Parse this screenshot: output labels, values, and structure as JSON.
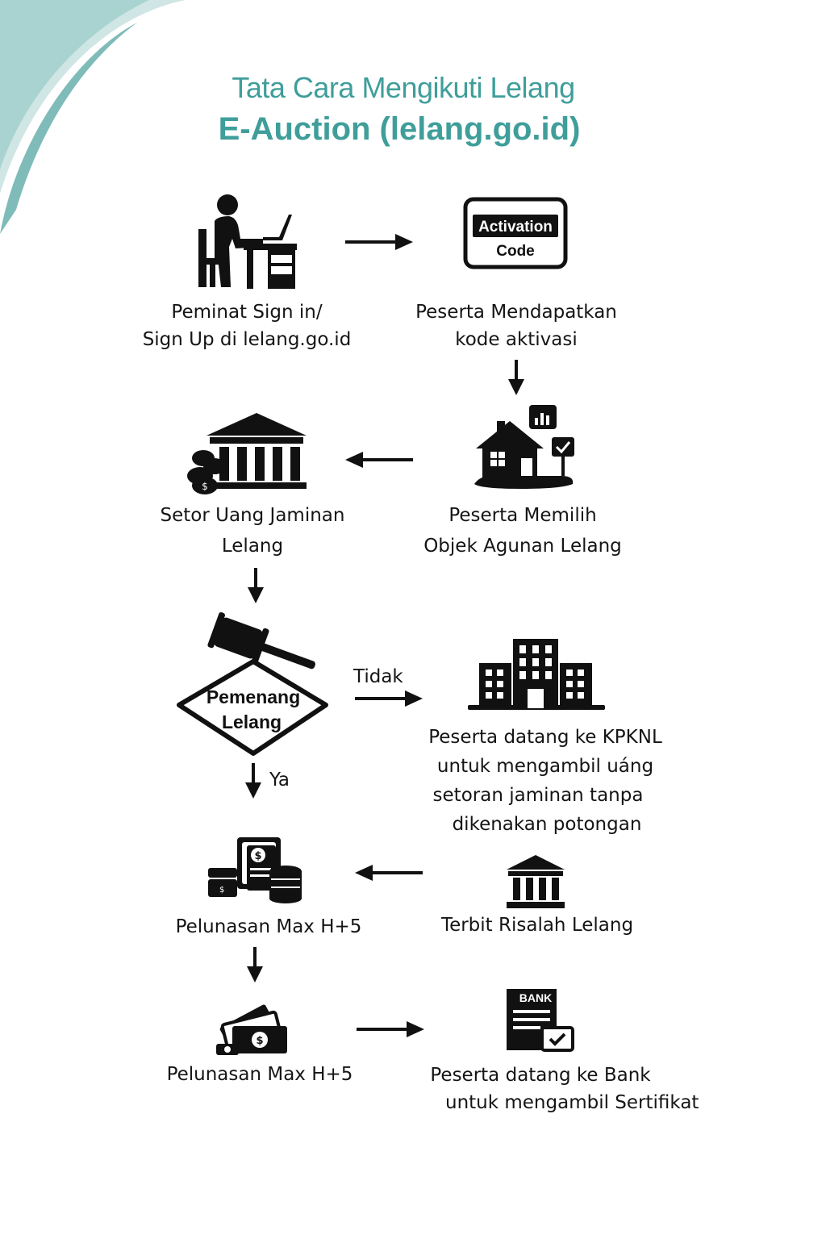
{
  "title": {
    "line1": "Tata Cara Mengikuti Lelang",
    "line2": "E-Auction (lelang.go.id)"
  },
  "steps": {
    "signup": {
      "line1": "Peminat Sign in/",
      "line2": "Sign Up di lelang.go.id",
      "icon": "person-at-desk-icon"
    },
    "activation": {
      "line1": "Peserta Mendapatkan",
      "line2": "kode aktivasi",
      "icon": "activation-code-icon",
      "badge_line1": "Activation",
      "badge_line2": "Code"
    },
    "choose_object": {
      "line1": "Peserta Memilih",
      "line2": "Objek Agunan Lelang",
      "icon": "house-collateral-icon"
    },
    "deposit": {
      "line1": "Setor Uang Jaminan",
      "line2": "Lelang",
      "icon": "bank-coins-icon"
    },
    "winner": {
      "line1": "Pemenang",
      "line2": "Lelang",
      "icon": "gavel-decision-icon"
    },
    "refund": {
      "line1": "Peserta datang ke KPKNL",
      "line2": "untuk mengambil uáng",
      "line3": "setoran jaminan tanpa",
      "line4": "dikenakan potongan",
      "icon": "office-building-icon"
    },
    "payment1": {
      "line1": "Pelunasan Max H+5",
      "icon": "money-coins-icon"
    },
    "minutes": {
      "line1": "Terbit Risalah Lelang",
      "icon": "government-building-icon"
    },
    "payment2": {
      "line1": "Pelunasan Max H+5",
      "icon": "cash-bills-icon"
    },
    "bank": {
      "line1": "Peserta datang ke Bank",
      "line2": "untuk mengambil Sertifikat",
      "icon": "bank-document-icon",
      "badge": "BANK"
    }
  },
  "branches": {
    "no": "Tidak",
    "yes": "Ya"
  },
  "colors": {
    "accent": "#3f9e9a",
    "icon": "#111111",
    "background": "#ffffff"
  }
}
